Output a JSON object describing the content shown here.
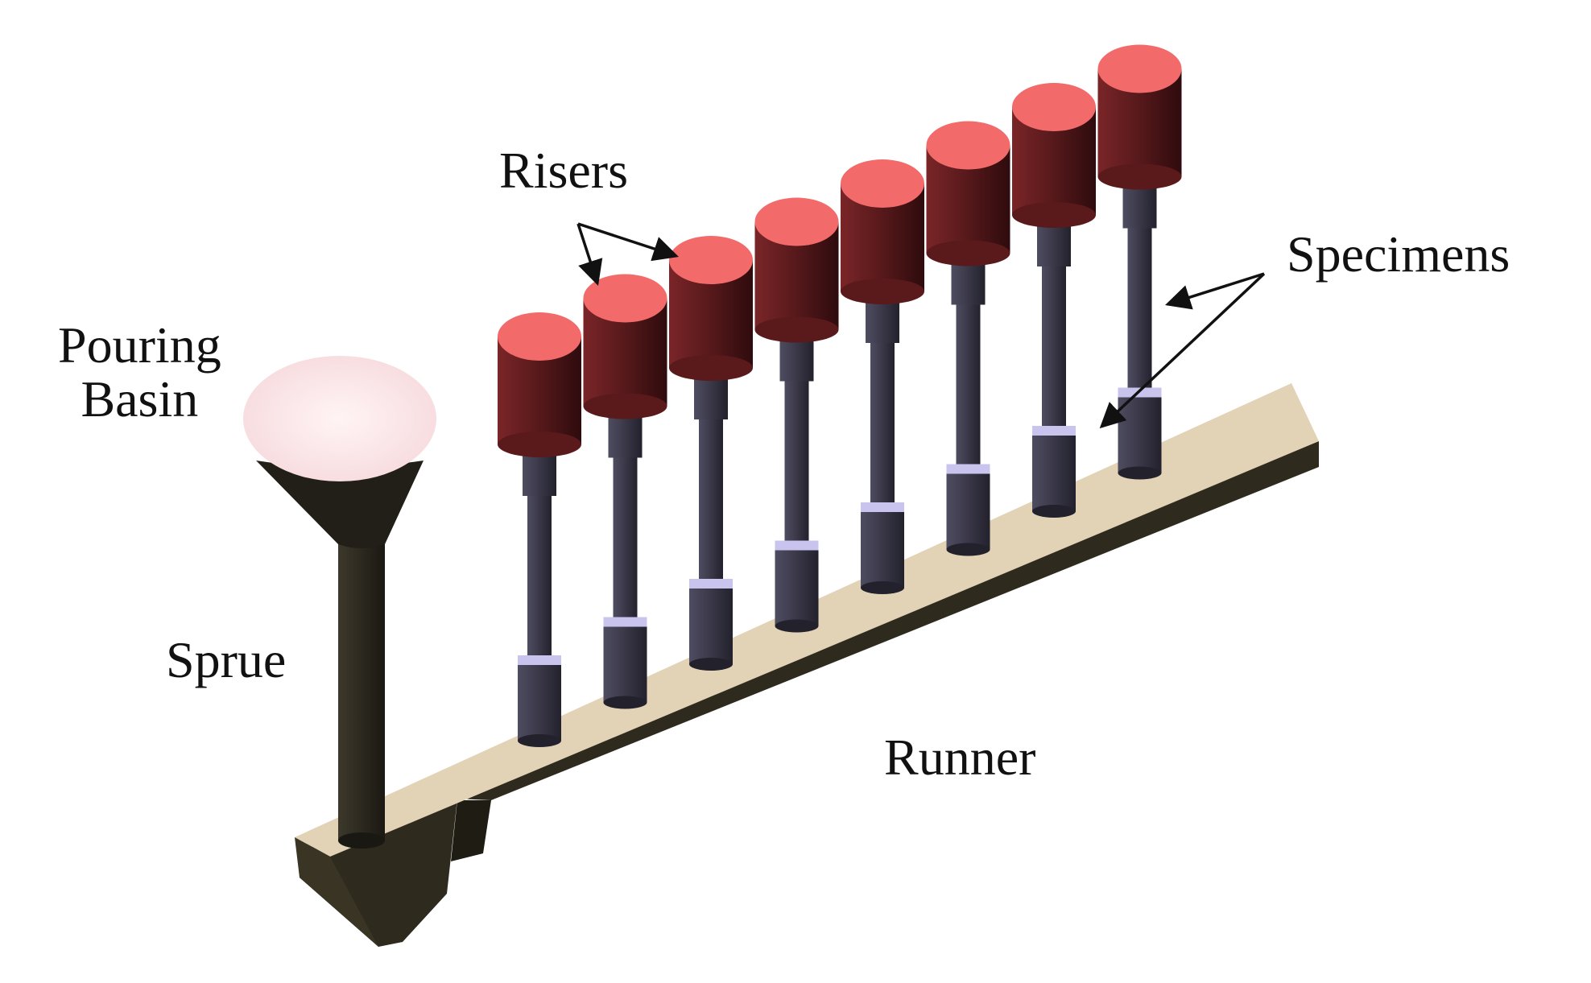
{
  "labels": {
    "pouring_basin_line1": "Pouring",
    "pouring_basin_line2": "Basin",
    "risers": "Risers",
    "specimens": "Specimens",
    "sprue": "Sprue",
    "runner": "Runner"
  },
  "colors": {
    "riser_top": "#f26a6a",
    "riser_body": "#5a1a1c",
    "specimen": "#3a3848",
    "specimen_ring": "#c8c4ee",
    "runner_top": "#e2d2b6",
    "runner_side": "#2e2a1e",
    "basin_top": "#fbe6e8",
    "sprue": "#2c291f"
  },
  "assembly": {
    "specimen_count": 8
  }
}
